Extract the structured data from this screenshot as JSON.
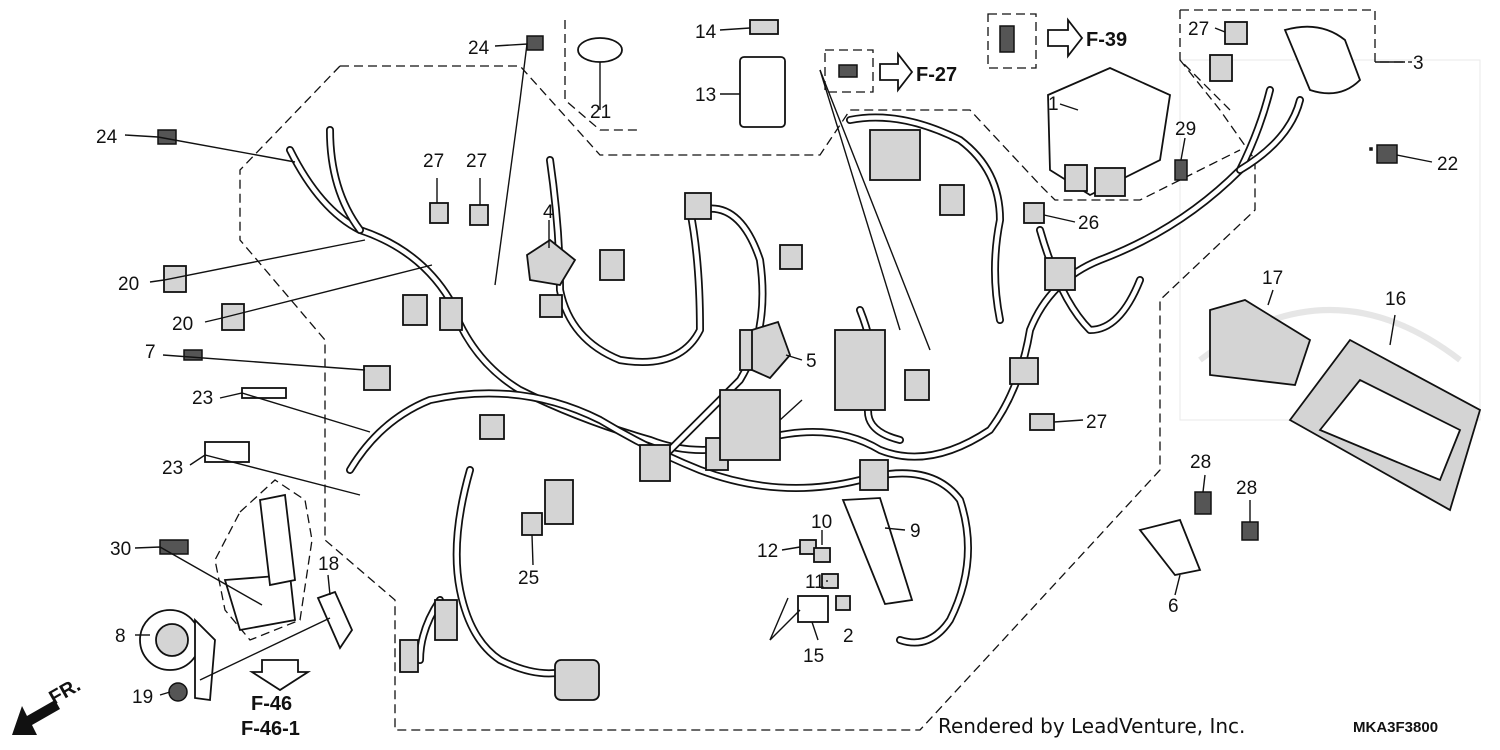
{
  "callouts": [
    {
      "id": "c1",
      "text": "1"
    },
    {
      "id": "c2",
      "text": "2"
    },
    {
      "id": "c3",
      "text": "3"
    },
    {
      "id": "c4",
      "text": "4"
    },
    {
      "id": "c5",
      "text": "5"
    },
    {
      "id": "c6",
      "text": "6"
    },
    {
      "id": "c7",
      "text": "7"
    },
    {
      "id": "c8",
      "text": "8"
    },
    {
      "id": "c9",
      "text": "9"
    },
    {
      "id": "c10",
      "text": "10"
    },
    {
      "id": "c11",
      "text": "11"
    },
    {
      "id": "c12",
      "text": "12"
    },
    {
      "id": "c13",
      "text": "13"
    },
    {
      "id": "c14",
      "text": "14"
    },
    {
      "id": "c15",
      "text": "15"
    },
    {
      "id": "c16",
      "text": "16"
    },
    {
      "id": "c17",
      "text": "17"
    },
    {
      "id": "c18",
      "text": "18"
    },
    {
      "id": "c19",
      "text": "19"
    },
    {
      "id": "c20a",
      "text": "20"
    },
    {
      "id": "c20b",
      "text": "20"
    },
    {
      "id": "c21",
      "text": "21"
    },
    {
      "id": "c22",
      "text": "22"
    },
    {
      "id": "c23a",
      "text": "23"
    },
    {
      "id": "c23b",
      "text": "23"
    },
    {
      "id": "c24a",
      "text": "24"
    },
    {
      "id": "c24b",
      "text": "24"
    },
    {
      "id": "c25",
      "text": "25"
    },
    {
      "id": "c26",
      "text": "26"
    },
    {
      "id": "c27a",
      "text": "27"
    },
    {
      "id": "c27b",
      "text": "27"
    },
    {
      "id": "c27c",
      "text": "27"
    },
    {
      "id": "c27d",
      "text": "27"
    },
    {
      "id": "c28a",
      "text": "28"
    },
    {
      "id": "c28b",
      "text": "28"
    },
    {
      "id": "c29",
      "text": "29"
    },
    {
      "id": "c30",
      "text": "30"
    }
  ],
  "references": {
    "f39": "F-39",
    "f27": "F-27",
    "f46": "F-46",
    "f46_1": "F-46-1"
  },
  "front_marker": "FR.",
  "credit": "Rendered by LeadVenture, Inc.",
  "diagram_code": "MKA3F3800"
}
